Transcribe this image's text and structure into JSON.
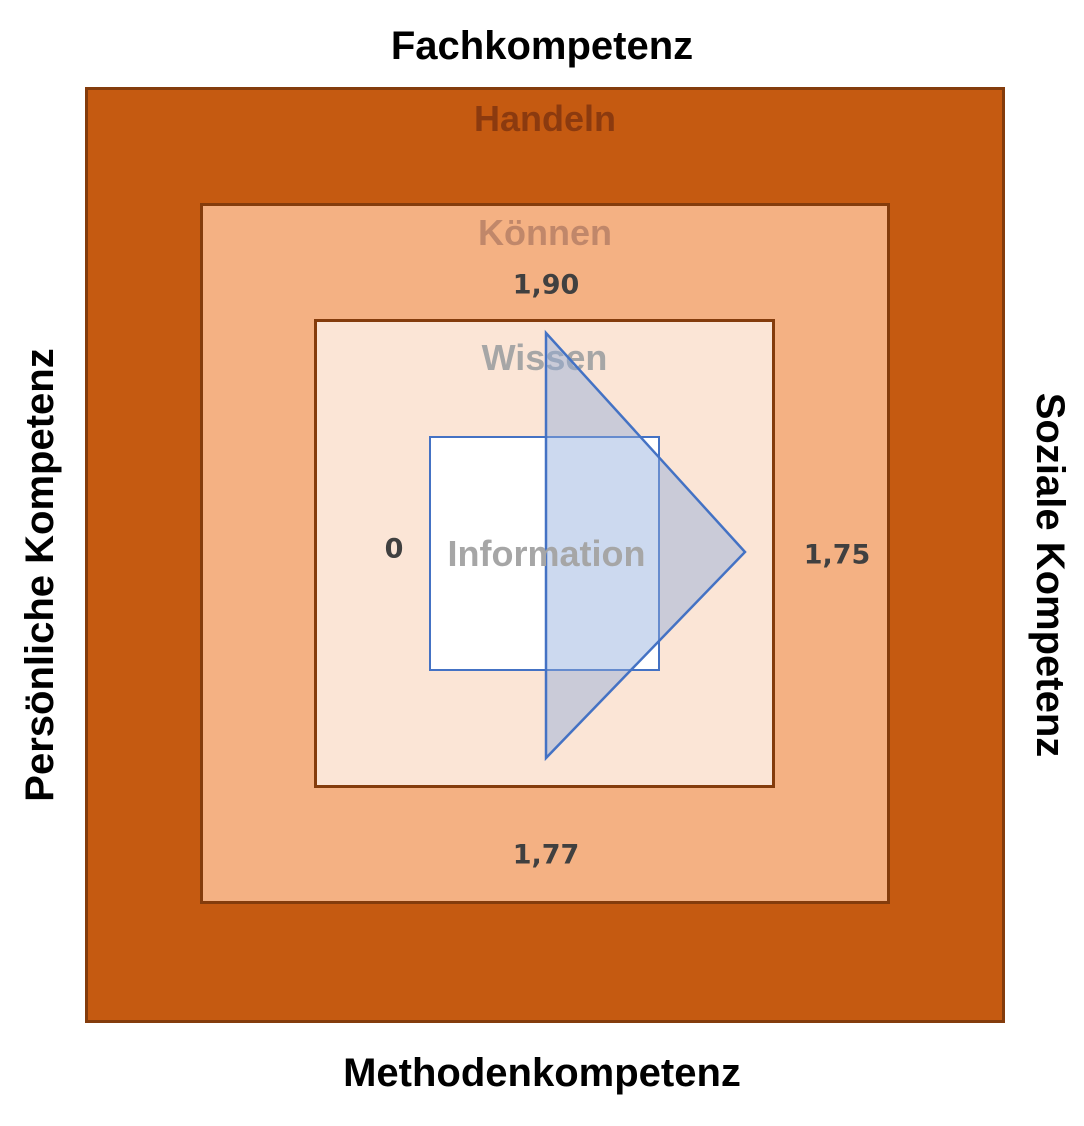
{
  "outer_labels": {
    "top": "Fachkompetenz",
    "bottom": "Methodenkompetenz",
    "left": "Persönliche Kompetenz",
    "right": "Soziale Kompetenz"
  },
  "levels": {
    "handeln": "Handeln",
    "koennen": "Können",
    "wissen": "Wissen",
    "information": "Information"
  },
  "values": {
    "top": "1,90",
    "right": "1,75",
    "bottom": "1,77",
    "left": "0"
  },
  "colors": {
    "handeln_fill": "#C55A11",
    "handeln_text": "#8B3A0F",
    "koennen_fill": "#F4B183",
    "koennen_text": "#C0876A",
    "wissen_fill": "#FBE5D6",
    "wissen_text": "#A6A6A6",
    "information_fill": "#FFFFFF",
    "information_text": "#A6A6A6",
    "border": "#843C0C",
    "triangle_fill": "#8FAADC",
    "triangle_stroke": "#4472C4",
    "value_text": "#404040"
  }
}
